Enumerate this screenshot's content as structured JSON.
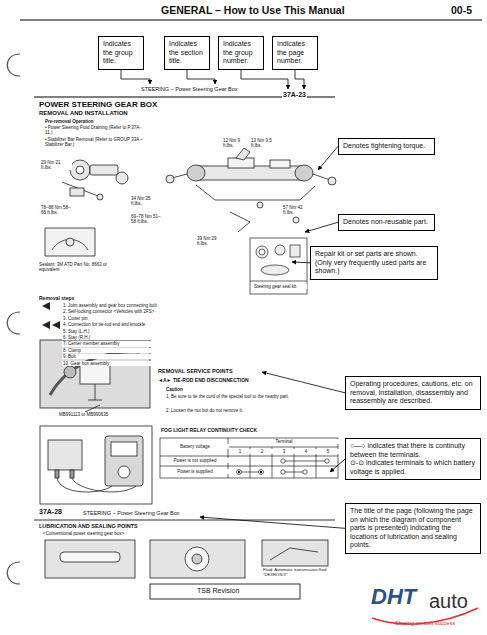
{
  "diagram": {
    "nodes": [
      {
        "text": [
          "Indicates the group title."
        ]
      },
      {
        "text": [
          "Indicates the section title."
        ]
      },
      {
        "text": [
          "Indicates the group number."
        ]
      },
      {
        "text": [
          "Indicates the page number."
        ]
      },
      {
        "text": [
          "Denotes tightening torque."
        ]
      },
      {
        "text": [
          "Denotes non-reusable part."
        ]
      },
      {
        "text": [
          "Repair kit or set parts are shown. (Only very frequently used parts are shown.)"
        ]
      },
      {
        "text": [
          "Operating procedures, cautions, etc. on removal, installation, disassembly and reassembly are described."
        ]
      },
      {
        "text": [
          "○—○ indicates that there is continuity between the terminals.",
          "⊙-⊙ indicates terminals to which battery voltage is applied."
        ]
      },
      {
        "text": [
          "The title of the page (following the page on which the diagram of component parts is presented) indicating the locations of lubrication and sealing points."
        ]
      }
    ],
    "labels": [
      "GENERAL – How to Use This Manual",
      "00-5",
      "STEERING – Power Steering Gear Box",
      "37A-23",
      "POWER STEERING GEAR BOX",
      "REMOVAL AND INSTALLATION",
      "Pre-removal Operation",
      "• Power Steering Fluid Draining (Refer to P.37A-11.)",
      "• Stabilizer Bar Removal (Refer to GROUP 33A – Stabilizer Bar.)",
      "29 Nm 21 ft.lbs.",
      "78–88 Nm 58–65 ft.lbs.",
      "34 Nm 25 ft.lbs.",
      "69–78 Nm 51–58 ft.lbs.",
      "12 Nm 9 ft.lbs.",
      "13 Nm 9.5 ft.lbs.",
      "57 Nm 42 ft.lbs.",
      "39 Nm 29 ft.lbs.",
      "Sealant: 3M ATD Part No. 8663 or equivalent",
      "Steering gear seal kit",
      "Removal steps",
      "1. Joint assembly and gear box connecting bolt",
      "2. Self-locking connector <Vehicles with 2FS>",
      "3. Cotter pin",
      "4. Connection for tie-rod end and knuckle",
      "5. Stay (L.H.)",
      "6. Stay (R.H.)",
      "7. Center member assembly",
      "8. Clamp",
      "9. Bolt",
      "10. Gear box assembly",
      "REMOVAL SERVICE POINTS",
      "◄A► TIE-ROD END DISCONNECTION",
      "Caution",
      "1. Be sure to tie the cord of the special tool to the nearby part.",
      "2. Loosen the nut but do not remove it.",
      "MB991113 or MB990635",
      "FOG LIGHT RELAY CONTINUITY CHECK",
      "Battery voltage",
      "Terminal",
      "1",
      "2",
      "3",
      "4",
      "5",
      "Power is not supplied",
      "Power is supplied",
      "37A-28",
      "STEERING – Power Steering Gear Box",
      "LUBRICATION AND SEALING POINTS",
      "<Conventional power steering gear box>",
      "Fluid: Automatic transmission fluid \"DEXRON II\"",
      "TSB Revision",
      "DHT",
      "auto",
      "Sharing creates success"
    ]
  }
}
